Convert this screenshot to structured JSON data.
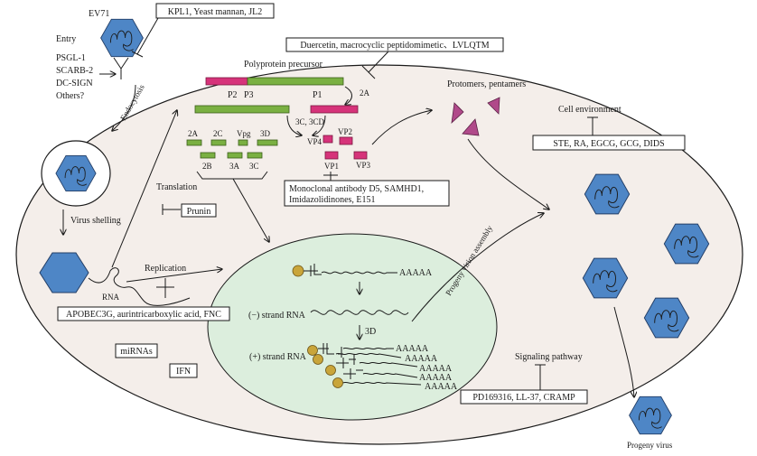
{
  "labels": {
    "ev71": "EV71",
    "entry": "Entry",
    "receptors": [
      "PSGL-1",
      "SCARB-2",
      "DC-SIGN",
      "Others?"
    ],
    "endocytosis": "Endocytosis",
    "virus_shelling": "Virus shelling",
    "translation": "Translation",
    "replication": "Replication",
    "rna": "RNA",
    "polyprotein": "Polyprotein precursor",
    "p2": "P2",
    "p3": "P3",
    "p1": "P1",
    "cleave_2a": "2A",
    "cleave_3c3cd": "3C, 3CD",
    "nonstructural_top": [
      "2A",
      "2C",
      "Vpg",
      "3D"
    ],
    "nonstructural_bottom": [
      "2B",
      "3A",
      "3C"
    ],
    "structural": [
      "VP4",
      "VP2",
      "VP1",
      "VP3"
    ],
    "protomers": "Protomers, pentamers",
    "cell_environment": "Cell environment",
    "progeny_assembly": "Progeny virion assembly",
    "neg_strand": "(−) strand RNA",
    "pos_strand": "(+) strand RNA",
    "polyA": "AAAAA",
    "enzyme_3d": "3D",
    "signaling": "Signaling pathway",
    "progeny_virus": "Progeny virus",
    "mirnas": "miRNAs",
    "ifn": "IFN",
    "prunin": "Prunin"
  },
  "inhibitors": {
    "entry": "KPL1, Yeast mannan, JL2",
    "polyprotein": "Duercetin, macrocyclic peptidomimetic、LVLQTM",
    "structural": [
      "Monoclonal antibody D5, SAMHD1,",
      "Imidazolidinones, E151"
    ],
    "cell_environment": "STE, RA, EGCG, GCG, DIDS",
    "replication": "APOBEC3G, aurintricarboxylic acid, FNC",
    "signaling": "PD169316, LL-37, CRAMP"
  },
  "colors": {
    "virus_capsid": "#4e86c6",
    "nonstructural_protein": "#7ab042",
    "structural_protein": "#d6337a",
    "replication_compartment": "#dceedd",
    "cytoplasm": "#f4eeea",
    "protomer": "#b04a8a",
    "rna_cap": "#c9a53a"
  }
}
